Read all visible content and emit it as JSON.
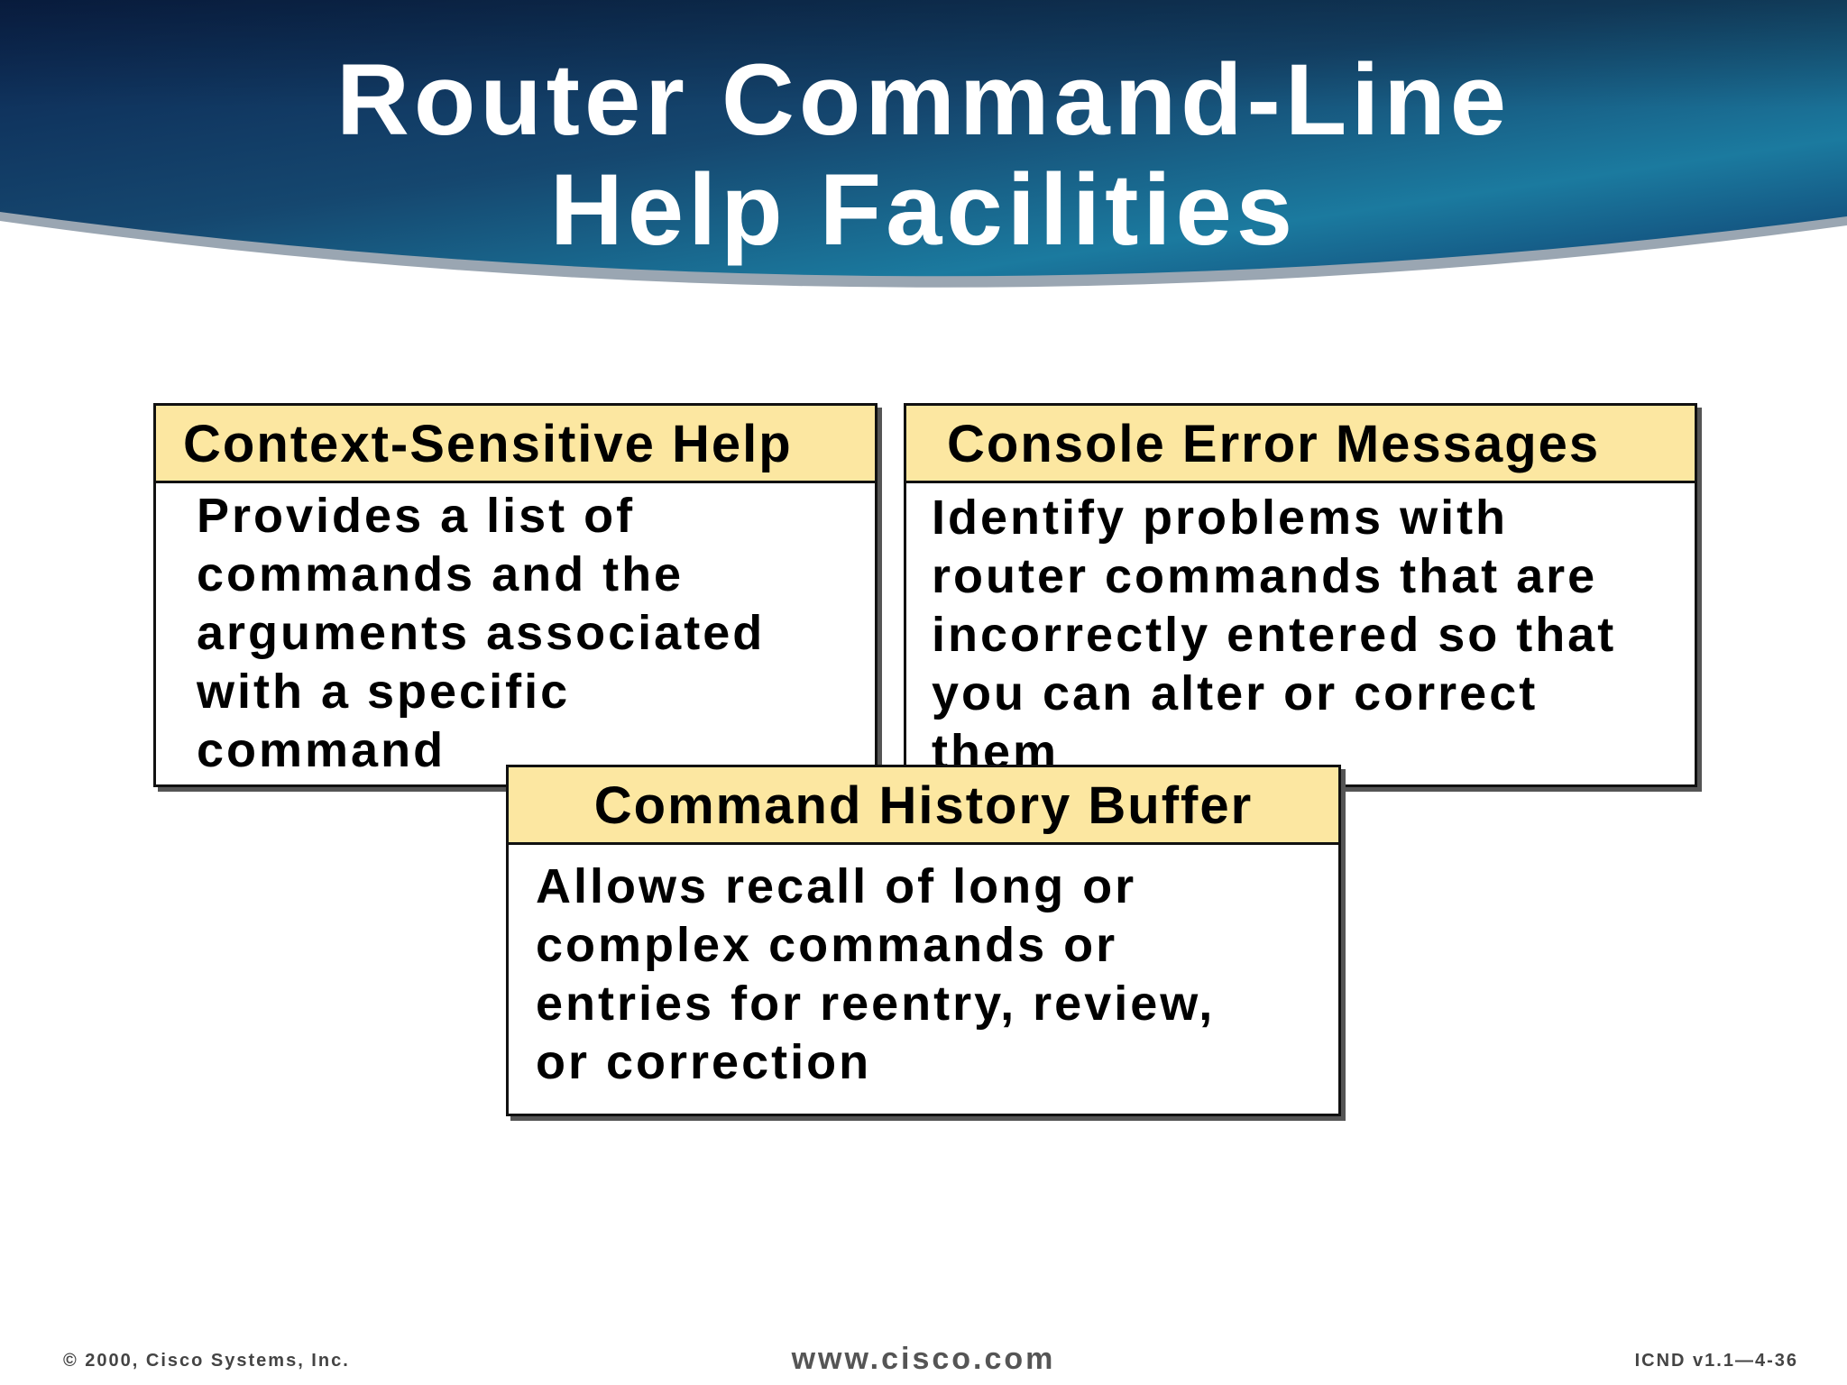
{
  "slide": {
    "title_lines": [
      "Router Command-Line",
      "Help Facilities"
    ]
  },
  "boxes": {
    "context_help": {
      "heading": "Context-Sensitive Help",
      "lines": [
        "Provides a list of",
        "commands and the",
        "arguments associated",
        "with a specific",
        "command"
      ]
    },
    "console_errors": {
      "heading": "Console Error Messages",
      "lines": [
        "Identify problems with",
        "router commands that are",
        "incorrectly entered so that",
        "you can alter or correct",
        "them"
      ]
    },
    "history_buffer": {
      "heading": "Command History Buffer",
      "lines": [
        "Allows recall of long or",
        "complex commands or",
        "entries for reentry, review,",
        "or correction"
      ]
    }
  },
  "footer": {
    "copyright": "© 2000, Cisco Systems, Inc.",
    "website": "www.cisco.com",
    "slide_code": "ICND v1.1—4-36"
  },
  "colors": {
    "header_dark": "#0d2a55",
    "header_light": "#1a7fa3",
    "box_heading_fill": "#fce7a1"
  }
}
